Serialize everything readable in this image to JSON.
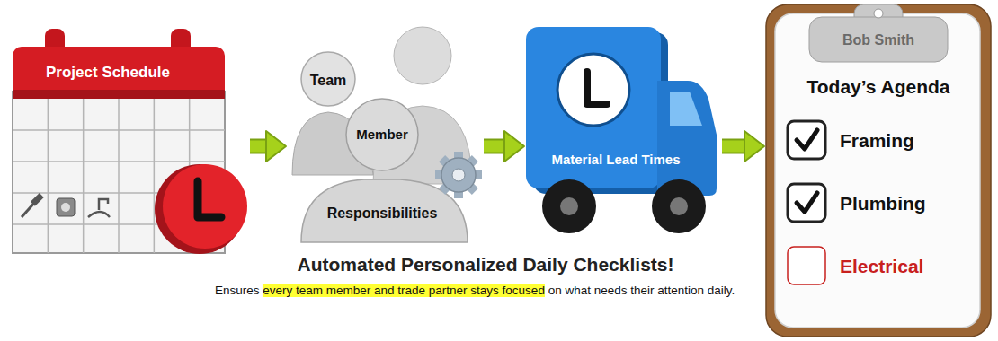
{
  "diagram": {
    "title": "Automated Personalized Daily Checklists!",
    "nodes": [
      {
        "text": [
          "Project Schedule"
        ]
      },
      {
        "text": [
          "Team",
          "Member",
          "Responsibilities"
        ]
      },
      {
        "text": [
          "Material Lead Times"
        ]
      },
      {
        "text": [
          "Bob Smith",
          "Today’s Agenda",
          "Framing",
          "Plumbing",
          "Electrical"
        ]
      }
    ],
    "edges": [
      {
        "from": 0,
        "to": 1,
        "arrow": "to"
      },
      {
        "from": 1,
        "to": 2,
        "arrow": "to"
      },
      {
        "from": 2,
        "to": 3,
        "arrow": "to"
      }
    ],
    "labels": [
      "Ensures",
      "every team member and trade partner stays focused",
      "on what needs their attention daily."
    ]
  }
}
